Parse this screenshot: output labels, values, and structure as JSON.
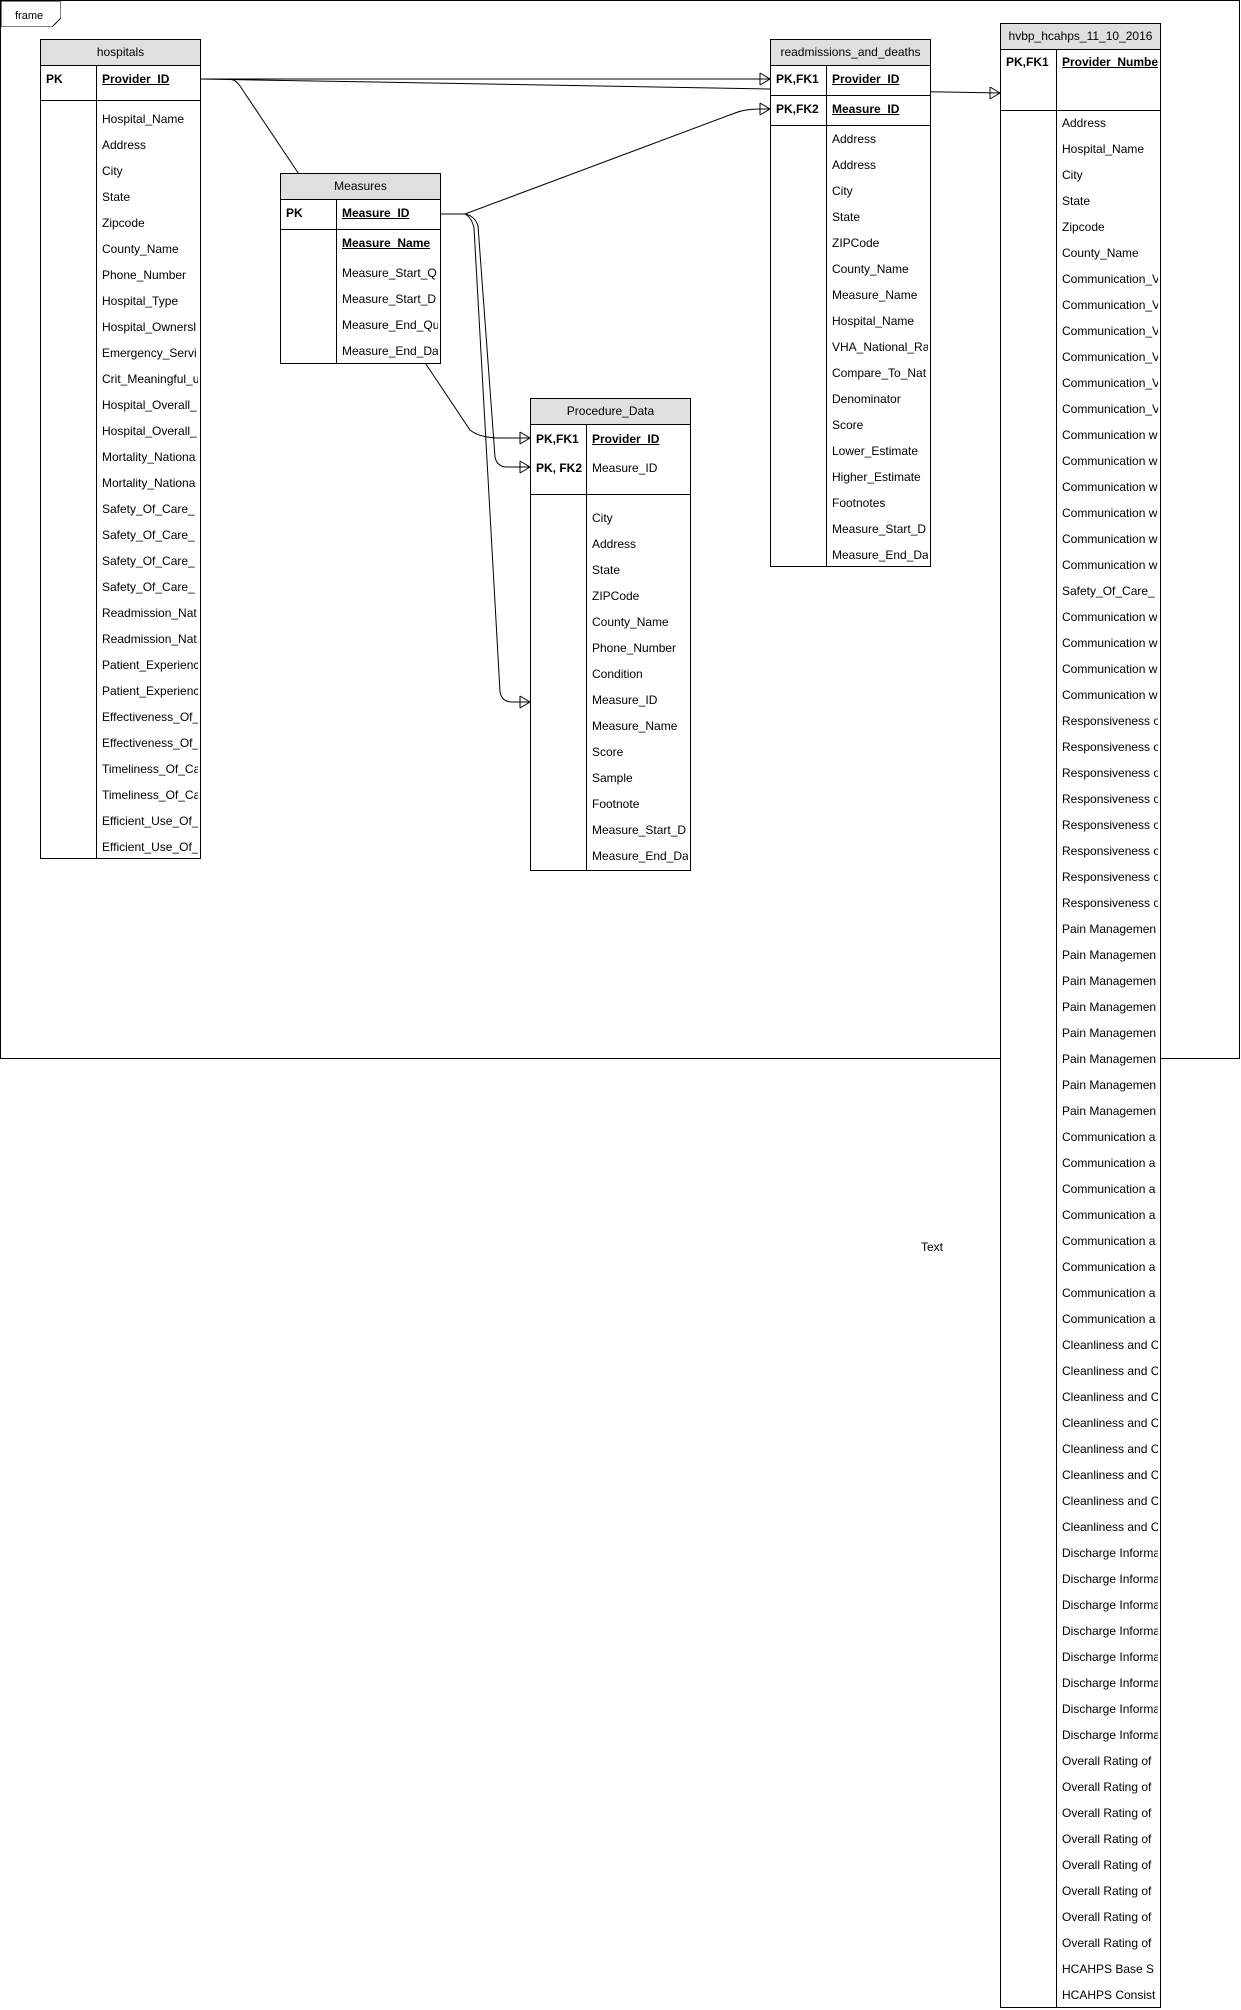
{
  "frame": {
    "label": "frame"
  },
  "free_text": "Text",
  "entities": {
    "hospitals": {
      "title": "hospitals",
      "keys": [
        {
          "type": "PK",
          "name": "Provider_ID"
        }
      ],
      "attributes": [
        "Hospital_Name",
        "Address",
        "City",
        "State",
        "Zipcode",
        "County_Name",
        "Phone_Number",
        "Hospital_Type",
        "Hospital_Ownersl",
        "Emergency_Servi",
        "Crit_Meaningful_u",
        "Hospital_Overall_",
        "Hospital_Overall_",
        "Mortality_Nationa",
        "Mortality_Nationa",
        "Safety_Of_Care_",
        "Safety_Of_Care_",
        "Safety_Of_Care_",
        "Safety_Of_Care_",
        "Readmission_Nat",
        "Readmission_Nat",
        "Patient_Experienc",
        "Patient_Experienc",
        "Effectiveness_Of_",
        "Effectiveness_Of_",
        "Timeliness_Of_Ca",
        "Timeliness_Of_Ca",
        "Efficient_Use_Of_",
        "Efficient_Use_Of_"
      ]
    },
    "measures": {
      "title": "Measures",
      "keys": [
        {
          "type": "PK",
          "name": "Measure_ID"
        }
      ],
      "second_key": "Measure_Name",
      "attributes": [
        "Measure_Start_Q",
        "Measure_Start_D",
        "Measure_End_Qu",
        "Measure_End_Da"
      ]
    },
    "procedure": {
      "title": "Procedure_Data",
      "keys": [
        {
          "type": "PK,FK1",
          "name": "Provider_ID"
        },
        {
          "type": "PK, FK2",
          "name": "Measure_ID"
        }
      ],
      "attributes": [
        "City",
        "Address",
        "State",
        "ZIPCode",
        "County_Name",
        "Phone_Number",
        "Condition",
        "Measure_ID",
        "Measure_Name",
        "Score",
        "Sample",
        "Footnote",
        "Measure_Start_D",
        "Measure_End_Da"
      ]
    },
    "readmissions": {
      "title": "readmissions_and_deaths",
      "keys": [
        {
          "type": "PK,FK1",
          "name": "Provider_ID"
        },
        {
          "type": "PK,FK2",
          "name": "Measure_ID"
        }
      ],
      "attributes": [
        "Address",
        "Address",
        "City",
        "State",
        "ZIPCode",
        "County_Name",
        "Measure_Name",
        "Hospital_Name",
        "VHA_National_Ra",
        "Compare_To_Nat",
        "Denominator",
        "Score",
        "Lower_Estimate",
        "Higher_Estimate",
        "Footnotes",
        "Measure_Start_D",
        "Measure_End_Da"
      ]
    },
    "hvbp": {
      "title": "hvbp_hcahps_11_10_2016",
      "keys": [
        {
          "type": "PK,FK1",
          "name": "Provider_Numbe"
        }
      ],
      "attributes": [
        "Address",
        "Hospital_Name",
        "City",
        "State",
        "Zipcode",
        "County_Name",
        "Communication_V",
        "Communication_V",
        "Communication_V",
        "Communication_V",
        "Communication_V",
        "Communication_V",
        "Communication w",
        "Communication w",
        "Communication w",
        "Communication w",
        "Communication w",
        "Communication w",
        "Safety_Of_Care_",
        "Communication w",
        "Communication w",
        "Communication w",
        "Communication w",
        "Responsiveness o",
        "Responsiveness o",
        "Responsiveness o",
        "Responsiveness o",
        "Responsiveness o",
        "Responsiveness o",
        "Responsiveness o",
        "Responsiveness o",
        "Pain Managemen",
        "Pain Managemen",
        "Pain Managemen",
        "Pain Managemen",
        "Pain Managemen",
        "Pain Managemen",
        "Pain Managemen",
        "Pain Managemen",
        "Communication a",
        "Communication a",
        "Communication a",
        "Communication a",
        "Communication a",
        "Communication a",
        "Communication a",
        "Communication a",
        "Cleanliness and C",
        "Cleanliness and C",
        "Cleanliness and C",
        "Cleanliness and C",
        "Cleanliness and C",
        "Cleanliness and C",
        "Cleanliness and C",
        "Cleanliness and C",
        "Discharge Informa",
        "Discharge Informa",
        "Discharge Informa",
        "Discharge Informa",
        "Discharge Informa",
        "Discharge Informa",
        "Discharge Informa",
        "Discharge Informa",
        "Overall Rating of",
        "Overall Rating of",
        "Overall Rating of",
        "Overall Rating of",
        "Overall Rating of",
        "Overall Rating of",
        "Overall Rating of",
        "Overall Rating of",
        "HCAHPS Base S",
        "HCAHPS Consist"
      ]
    }
  }
}
